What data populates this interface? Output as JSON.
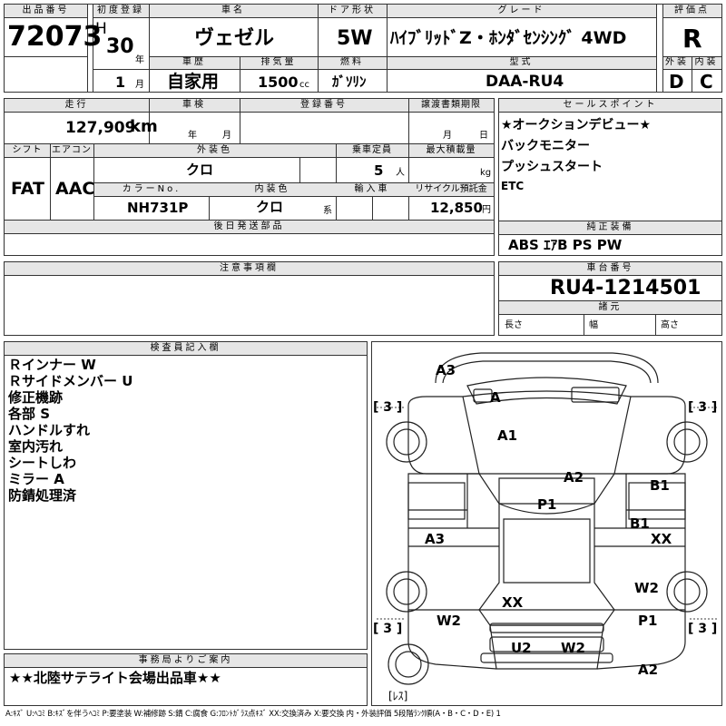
{
  "header": {
    "lot_label": "出品番号",
    "lot": "72073",
    "reg_label": "初度登録",
    "era": "H",
    "reg_year": "30",
    "year_unit": "年",
    "reg_month": "1",
    "month_unit": "月",
    "name_label": "車名",
    "name": "ヴェゼル",
    "door_label": "ドア形状",
    "door": "5W",
    "grade_label": "グレード",
    "grade": "ﾊｲﾌﾞﾘｯﾄﾞZ・ﾎﾝﾀﾞｾﾝｼﾝｸﾞ 4WD",
    "score_label": "評価点",
    "score": "R",
    "history_label": "車歴",
    "history": "自家用",
    "disp_label": "排気量",
    "disp": "1500",
    "disp_unit": "cc",
    "fuel_label": "燃料",
    "fuel": "ｶﾞｿﾘﾝ",
    "model_label": "型式",
    "model": "DAA-RU4",
    "ext_label": "外装",
    "ext": "D",
    "int_label": "内装",
    "int": "C"
  },
  "spec": {
    "mileage_label": "走行",
    "mileage": "127,909",
    "mileage_unit": "km",
    "inspect_label": "車検",
    "year_unit": "年",
    "month_unit": "月",
    "regno_label": "登録番号",
    "transfer_label": "譲渡書類期限",
    "t_month": "月",
    "t_day": "日",
    "shift_label": "シフト",
    "shift": "FAT",
    "ac_label": "エアコン",
    "ac": "AAC",
    "color_label": "外装色",
    "color": "クロ",
    "capacity_label": "乗車定員",
    "capacity": "5",
    "capacity_unit": "人",
    "load_label": "最大積載量",
    "load_unit": "kg",
    "colorno_label": "カラーNo.",
    "colorno": "NH731P",
    "intcolor_label": "内装色",
    "intcolor": "クロ",
    "intcolor_unit": "系",
    "import_label": "輸入車",
    "recycle_label": "リサイクル預託金",
    "recycle": "12,850",
    "recycle_unit": "円",
    "later_label": "後日発送部品"
  },
  "sales": {
    "label": "セールスポイント",
    "items": [
      "★オークションデビュー★",
      "バックモニター",
      "プッシュスタート",
      "ETC"
    ]
  },
  "equip": {
    "label": "純正装備",
    "value": "ABS ｴｱB PS PW"
  },
  "notes": {
    "label": "注意事項欄"
  },
  "chassis": {
    "label": "車台番号",
    "value": "RU4-1214501",
    "dim_label": "諸元",
    "len": "長さ",
    "wid": "幅",
    "hei": "高さ"
  },
  "inspector": {
    "label": "検査員記入欄",
    "items": [
      "Ｒインナー W",
      "Ｒサイドメンバー U",
      "修正機跡",
      "各部 S",
      "ハンドルすれ",
      "室内汚れ",
      "シートしわ",
      "ミラー A",
      "防錆処理済"
    ]
  },
  "office": {
    "label": "事務局よりご案内",
    "value": "★★北陸サテライト会場出品車★★"
  },
  "legend": "A:ｷｽﾞ U:ﾍｺﾐ B:ｷｽﾞを伴うﾍｺﾐ P:要塗装 W:補修跡 S:錆 C:腐食 G:ﾌﾛﾝﾄｶﾞﾗｽ点ｷｽﾞ XX:交換済み X:要交換 内・外装評価 5段階ﾗﾝｸ順(A・B・C・D・E) 1",
  "diagram": {
    "tire_fl": "[ 3 ]",
    "tire_fr": "[ 3 ]",
    "tire_rl": "[ 3 ]",
    "tire_rr": "[ 3 ]",
    "rez": "[ﾚｽ]",
    "marks": {
      "a3_front": "A3",
      "a_windshield": "A",
      "a1_hood": "A1",
      "a2_roof": "A2",
      "b1_door_upper": "B1",
      "p1_roof": "P1",
      "b1_door_lower": "B1",
      "a3_left": "A3",
      "xx_right": "XX",
      "w2_right": "W2",
      "xx_rear": "XX",
      "w2_left": "W2",
      "p1_right": "P1",
      "u2_bumper": "U2",
      "w2_bumper": "W2",
      "a2_bottom": "A2"
    }
  },
  "colors": {
    "header_bg": "#e6e6e6",
    "line": "#333333"
  }
}
